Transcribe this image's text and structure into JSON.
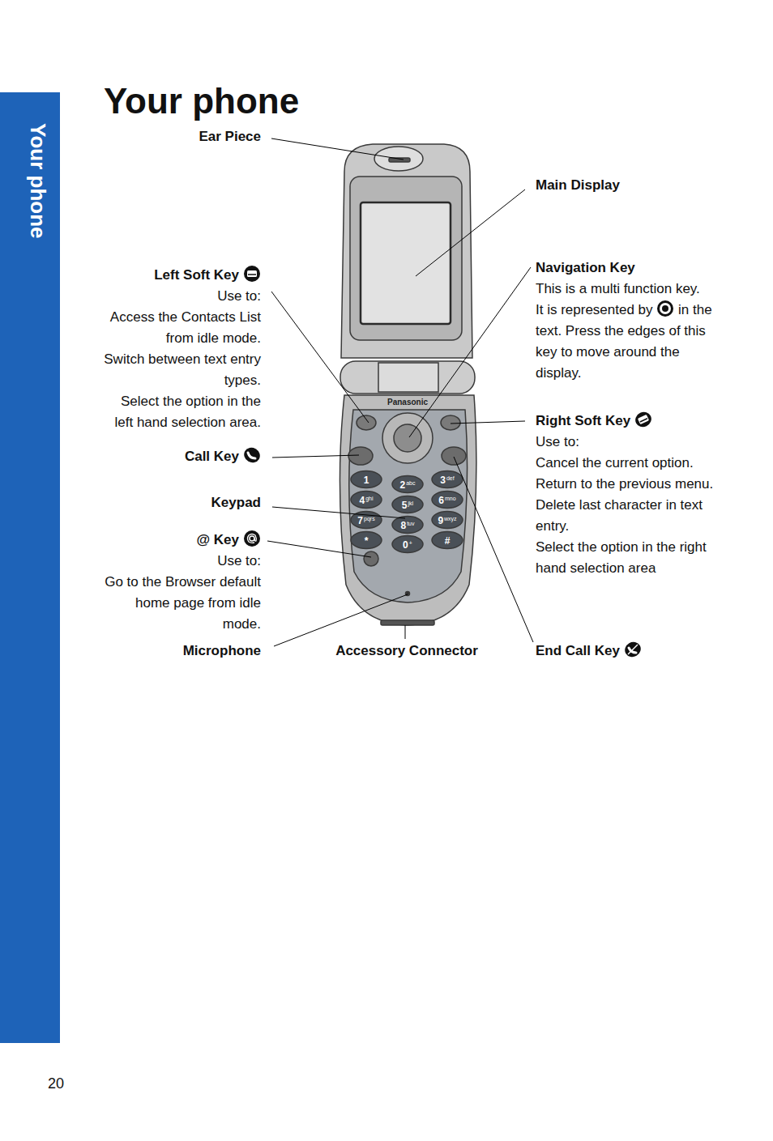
{
  "diagram": {
    "title": "Your phone",
    "nodes": [
      {
        "text": [
          "Your phone"
        ]
      }
    ],
    "edges": [],
    "labels": [
      "Ear Piece",
      "Main Display",
      "Left Soft Key",
      "Use to:",
      "Access the Contacts List from idle mode.",
      "Switch between text entry types.",
      "Select the option in the left hand selection area.",
      "Navigation Key",
      "This is a multi function key.",
      "It is represented by",
      "in the text. Press the edges of this key to move around the display.",
      "Right Soft Key",
      "Use to:",
      "Cancel the current option.",
      "Return to the previous menu.",
      "Delete last character in text entry.",
      "Select the option in the right hand selection area",
      "Call Key",
      "Keypad",
      "@ Key",
      "Use to:",
      "Go to the Browser default home page from idle mode.",
      "Microphone",
      "Accessory Connector",
      "End Call Key",
      "Panasonic",
      "1",
      "2",
      "abc",
      "3",
      "def",
      "4",
      "ghi",
      "5",
      "jkl",
      "6",
      "mno",
      "7",
      "pqrs",
      "8",
      "tuv",
      "9",
      "wxyz",
      "*",
      "0",
      "+",
      "#",
      "20"
    ]
  }
}
